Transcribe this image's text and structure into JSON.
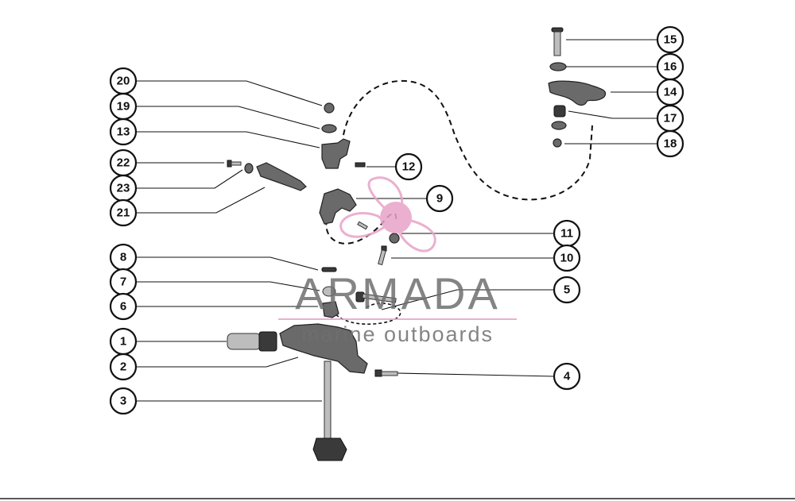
{
  "callouts": [
    {
      "id": "1",
      "label": "1"
    },
    {
      "id": "2",
      "label": "2"
    },
    {
      "id": "3",
      "label": "3"
    },
    {
      "id": "4",
      "label": "4"
    },
    {
      "id": "5",
      "label": "5"
    },
    {
      "id": "6",
      "label": "6"
    },
    {
      "id": "7",
      "label": "7"
    },
    {
      "id": "8",
      "label": "8"
    },
    {
      "id": "9",
      "label": "9"
    },
    {
      "id": "10",
      "label": "10"
    },
    {
      "id": "11",
      "label": "11"
    },
    {
      "id": "12",
      "label": "12"
    },
    {
      "id": "13",
      "label": "13"
    },
    {
      "id": "14",
      "label": "14"
    },
    {
      "id": "15",
      "label": "15"
    },
    {
      "id": "16",
      "label": "16"
    },
    {
      "id": "17",
      "label": "17"
    },
    {
      "id": "18",
      "label": "18"
    },
    {
      "id": "19",
      "label": "19"
    },
    {
      "id": "20",
      "label": "20"
    },
    {
      "id": "21",
      "label": "21"
    },
    {
      "id": "22",
      "label": "22"
    },
    {
      "id": "23",
      "label": "23"
    }
  ],
  "watermark": {
    "brand": "ARMADA",
    "tagline": "marine outboards",
    "logo_icon": "propeller-logo-icon",
    "logo_color": "#e8a3c7",
    "text_color": "#6f6f6f"
  },
  "colors": {
    "line": "#111111",
    "background": "#ffffff"
  }
}
